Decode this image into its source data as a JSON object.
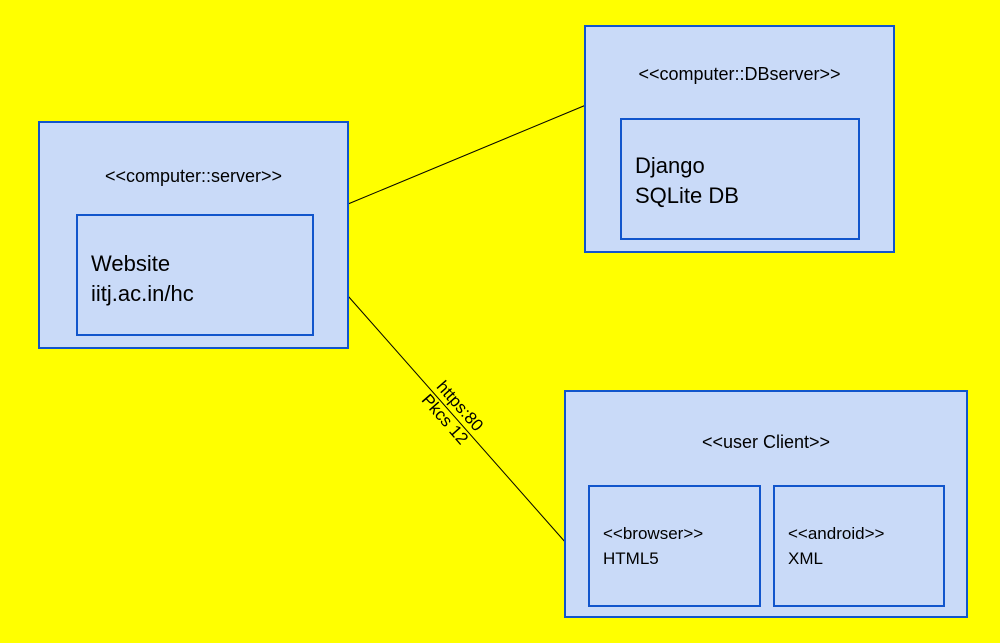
{
  "nodes": {
    "server": {
      "stereotype": "<<computer::server>>",
      "artifact": {
        "line1": "Website",
        "line2": "iitj.ac.in/hc"
      }
    },
    "dbserver": {
      "stereotype": "<<computer::DBserver>>",
      "artifact": {
        "line1": "Django",
        "line2": "SQLite DB"
      }
    },
    "client": {
      "stereotype": "<<user Client>>",
      "browser": {
        "line1": "<<browser>>",
        "line2": "HTML5"
      },
      "android": {
        "line1": "<<android>>",
        "line2": "XML"
      }
    }
  },
  "connections": {
    "server_client": {
      "label1": "https:80",
      "label2": "Pkcs 12"
    }
  },
  "colors": {
    "background": "#ffff00",
    "node_fill": "#c9daf8",
    "node_border": "#1155cc",
    "connector": "#000000"
  }
}
